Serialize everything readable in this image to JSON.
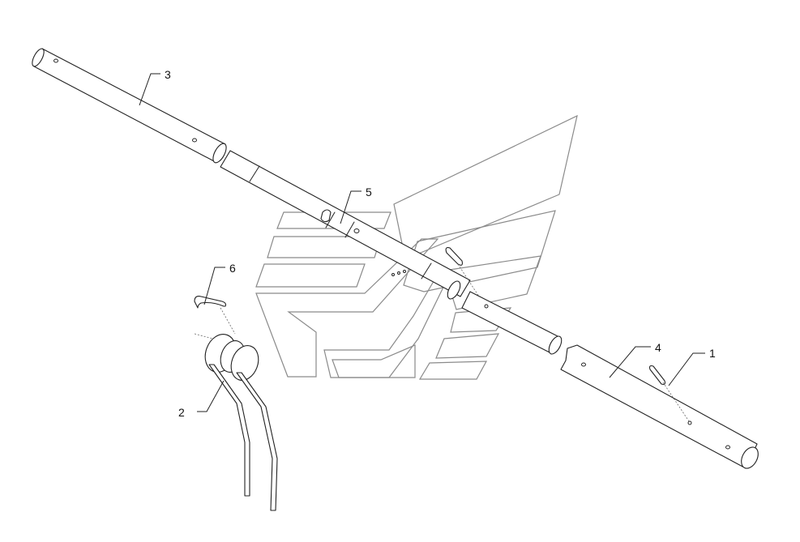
{
  "diagram": {
    "callouts": [
      {
        "id": "1",
        "label": "1"
      },
      {
        "id": "2",
        "label": "2"
      },
      {
        "id": "3",
        "label": "3"
      },
      {
        "id": "4",
        "label": "4"
      },
      {
        "id": "5",
        "label": "5"
      },
      {
        "id": "6",
        "label": "6"
      }
    ],
    "colors": {
      "line": "#222222",
      "watermark": "#8a8a8a",
      "background": "#ffffff"
    }
  }
}
